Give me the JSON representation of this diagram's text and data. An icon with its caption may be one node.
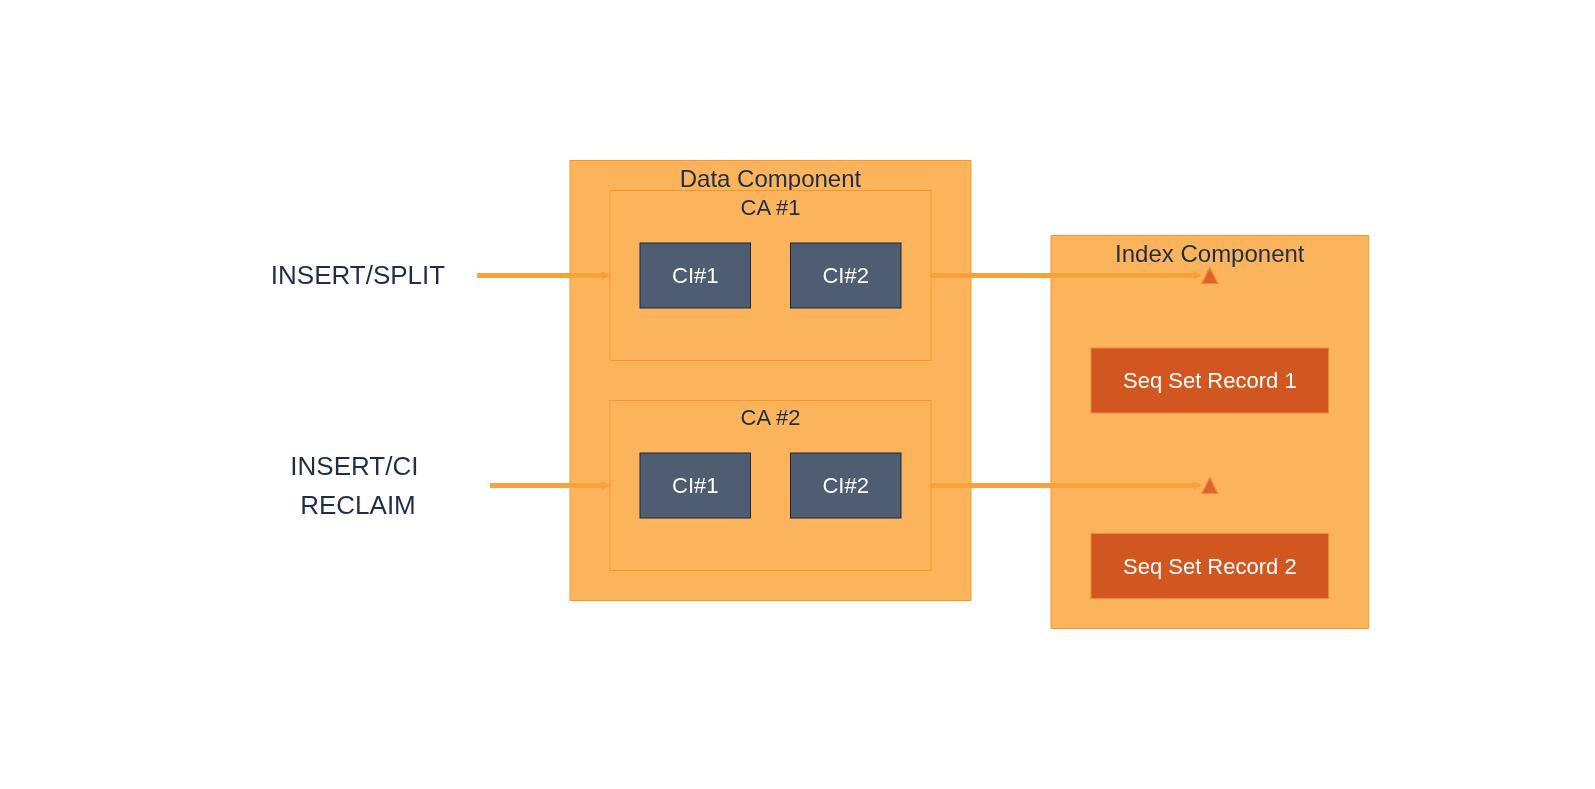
{
  "diagram": {
    "nodes": [
      {
        "text": [
          "INSERT/SPLIT"
        ]
      },
      {
        "text": [
          "INSERT/CI RECLAIM"
        ]
      },
      {
        "text": [
          "Data Component"
        ]
      },
      {
        "text": [
          "CA #1"
        ],
        "in": 2
      },
      {
        "text": [
          "CI#1"
        ],
        "in": 3
      },
      {
        "text": [
          "CI#2"
        ],
        "in": 3
      },
      {
        "text": [
          "CA #2"
        ],
        "in": 2
      },
      {
        "text": [
          "CI#1"
        ],
        "in": 6
      },
      {
        "text": [
          "CI#2"
        ],
        "in": 6
      },
      {
        "text": [
          "Index Component"
        ]
      },
      {
        "text": [],
        "shape": "triangle",
        "in": 9
      },
      {
        "text": [
          "Seq Set Record 1"
        ],
        "in": 9
      },
      {
        "text": [],
        "shape": "triangle",
        "in": 9
      },
      {
        "text": [
          "Seq Set Record 2"
        ],
        "in": 9
      }
    ],
    "edges": [
      {
        "from": 0,
        "to": 3,
        "arrow": "to"
      },
      {
        "from": 1,
        "to": 6,
        "arrow": "to"
      },
      {
        "from": 3,
        "to": 10,
        "arrow": "to"
      },
      {
        "from": 6,
        "to": 12,
        "arrow": "to"
      }
    ]
  }
}
